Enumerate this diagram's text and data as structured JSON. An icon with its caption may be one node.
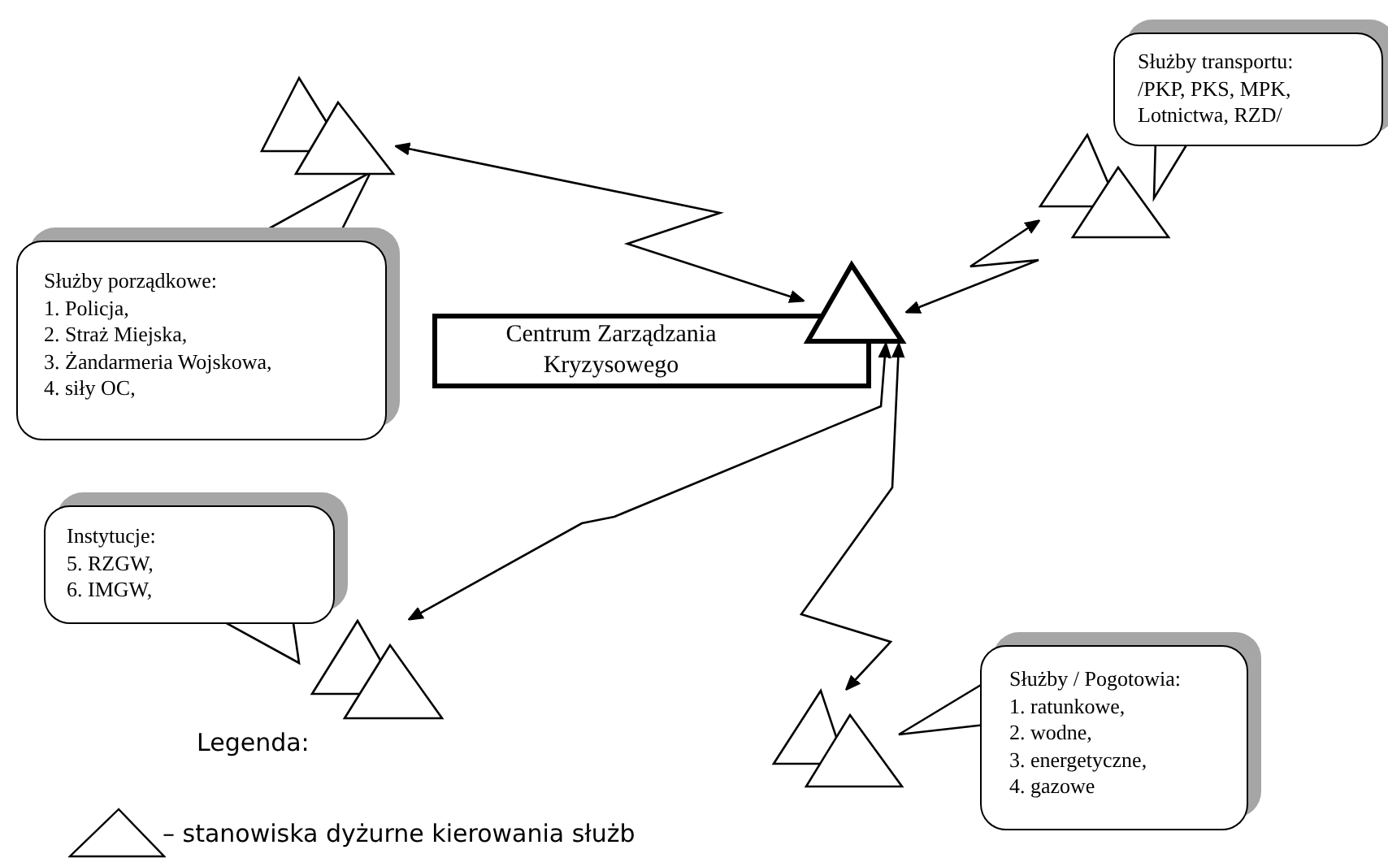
{
  "diagram": {
    "nodes": [
      {
        "text": [
          "Centrum Zarządzania Kryzysowego"
        ]
      },
      {
        "text": [],
        "shape": "triangle"
      },
      {
        "text": [],
        "shape": "triangle"
      },
      {
        "text": [],
        "shape": "triangle"
      },
      {
        "text": [],
        "shape": "triangle"
      },
      {
        "text": [],
        "shape": "triangle"
      },
      {
        "text": [
          "Służby porządkowe:",
          "1. Policja,",
          "2. Straż Miejska,",
          "3. Żandarmeria Wojskowa,",
          "4. siły OC,"
        ]
      },
      {
        "text": [
          "Służby transportu: /PKP, PKS, MPK, Lotnictwa, RZD/"
        ]
      },
      {
        "text": [
          "Instytucje:",
          "5. RZGW,",
          "6. IMGW,"
        ]
      },
      {
        "text": [
          "Służby / Pogotowia:",
          "1. ratunkowe,",
          "2. wodne,",
          "3. energetyczne,",
          "4. gazowe"
        ]
      }
    ],
    "edges": [
      {
        "from": 2,
        "to": 1,
        "arrow": "both"
      },
      {
        "from": 1,
        "to": 3,
        "arrow": "both"
      },
      {
        "from": 1,
        "to": 4,
        "arrow": "both"
      },
      {
        "from": 1,
        "to": 5,
        "arrow": "both"
      }
    ],
    "labels": [
      "Legenda:"
    ],
    "legend": [
      {
        "text": "– stanowiska dyżurne kierowania służb"
      }
    ]
  }
}
